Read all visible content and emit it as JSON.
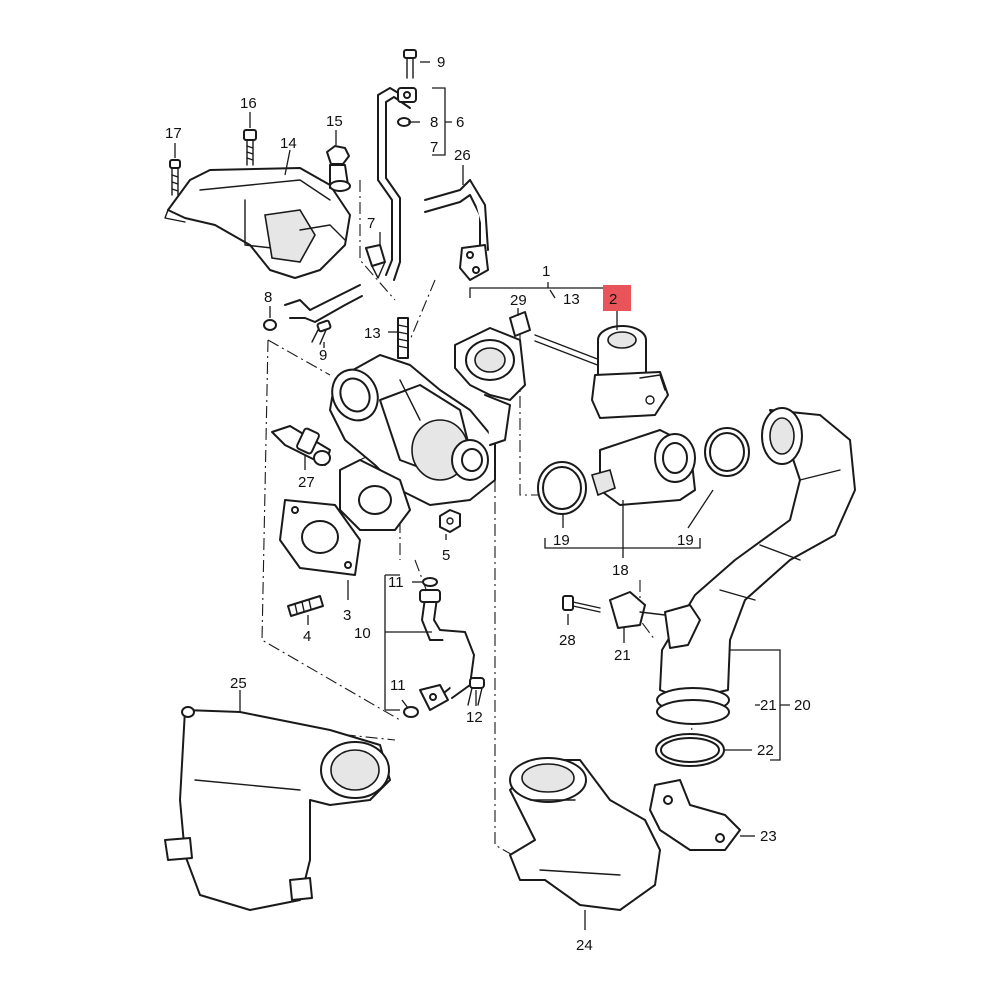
{
  "callouts": {
    "c1": "1",
    "c2": "2",
    "c3": "3",
    "c4": "4",
    "c5": "5",
    "c6": "6",
    "c7a": "7",
    "c7b": "7",
    "c8a": "8",
    "c8b": "8",
    "c9a": "9",
    "c9b": "9",
    "c10": "10",
    "c11a": "11",
    "c11b": "11",
    "c12": "12",
    "c13a": "13",
    "c13b": "13",
    "c14": "14",
    "c15": "15",
    "c16": "16",
    "c17": "17",
    "c18": "18",
    "c19a": "19",
    "c19b": "19",
    "c20": "20",
    "c21a": "21",
    "c21b": "21",
    "c22": "22",
    "c23": "23",
    "c24": "24",
    "c25": "25",
    "c26": "26",
    "c27": "27",
    "c28": "28",
    "c29": "29"
  },
  "highlight": {
    "callout": "2",
    "color": "#e8545a"
  }
}
